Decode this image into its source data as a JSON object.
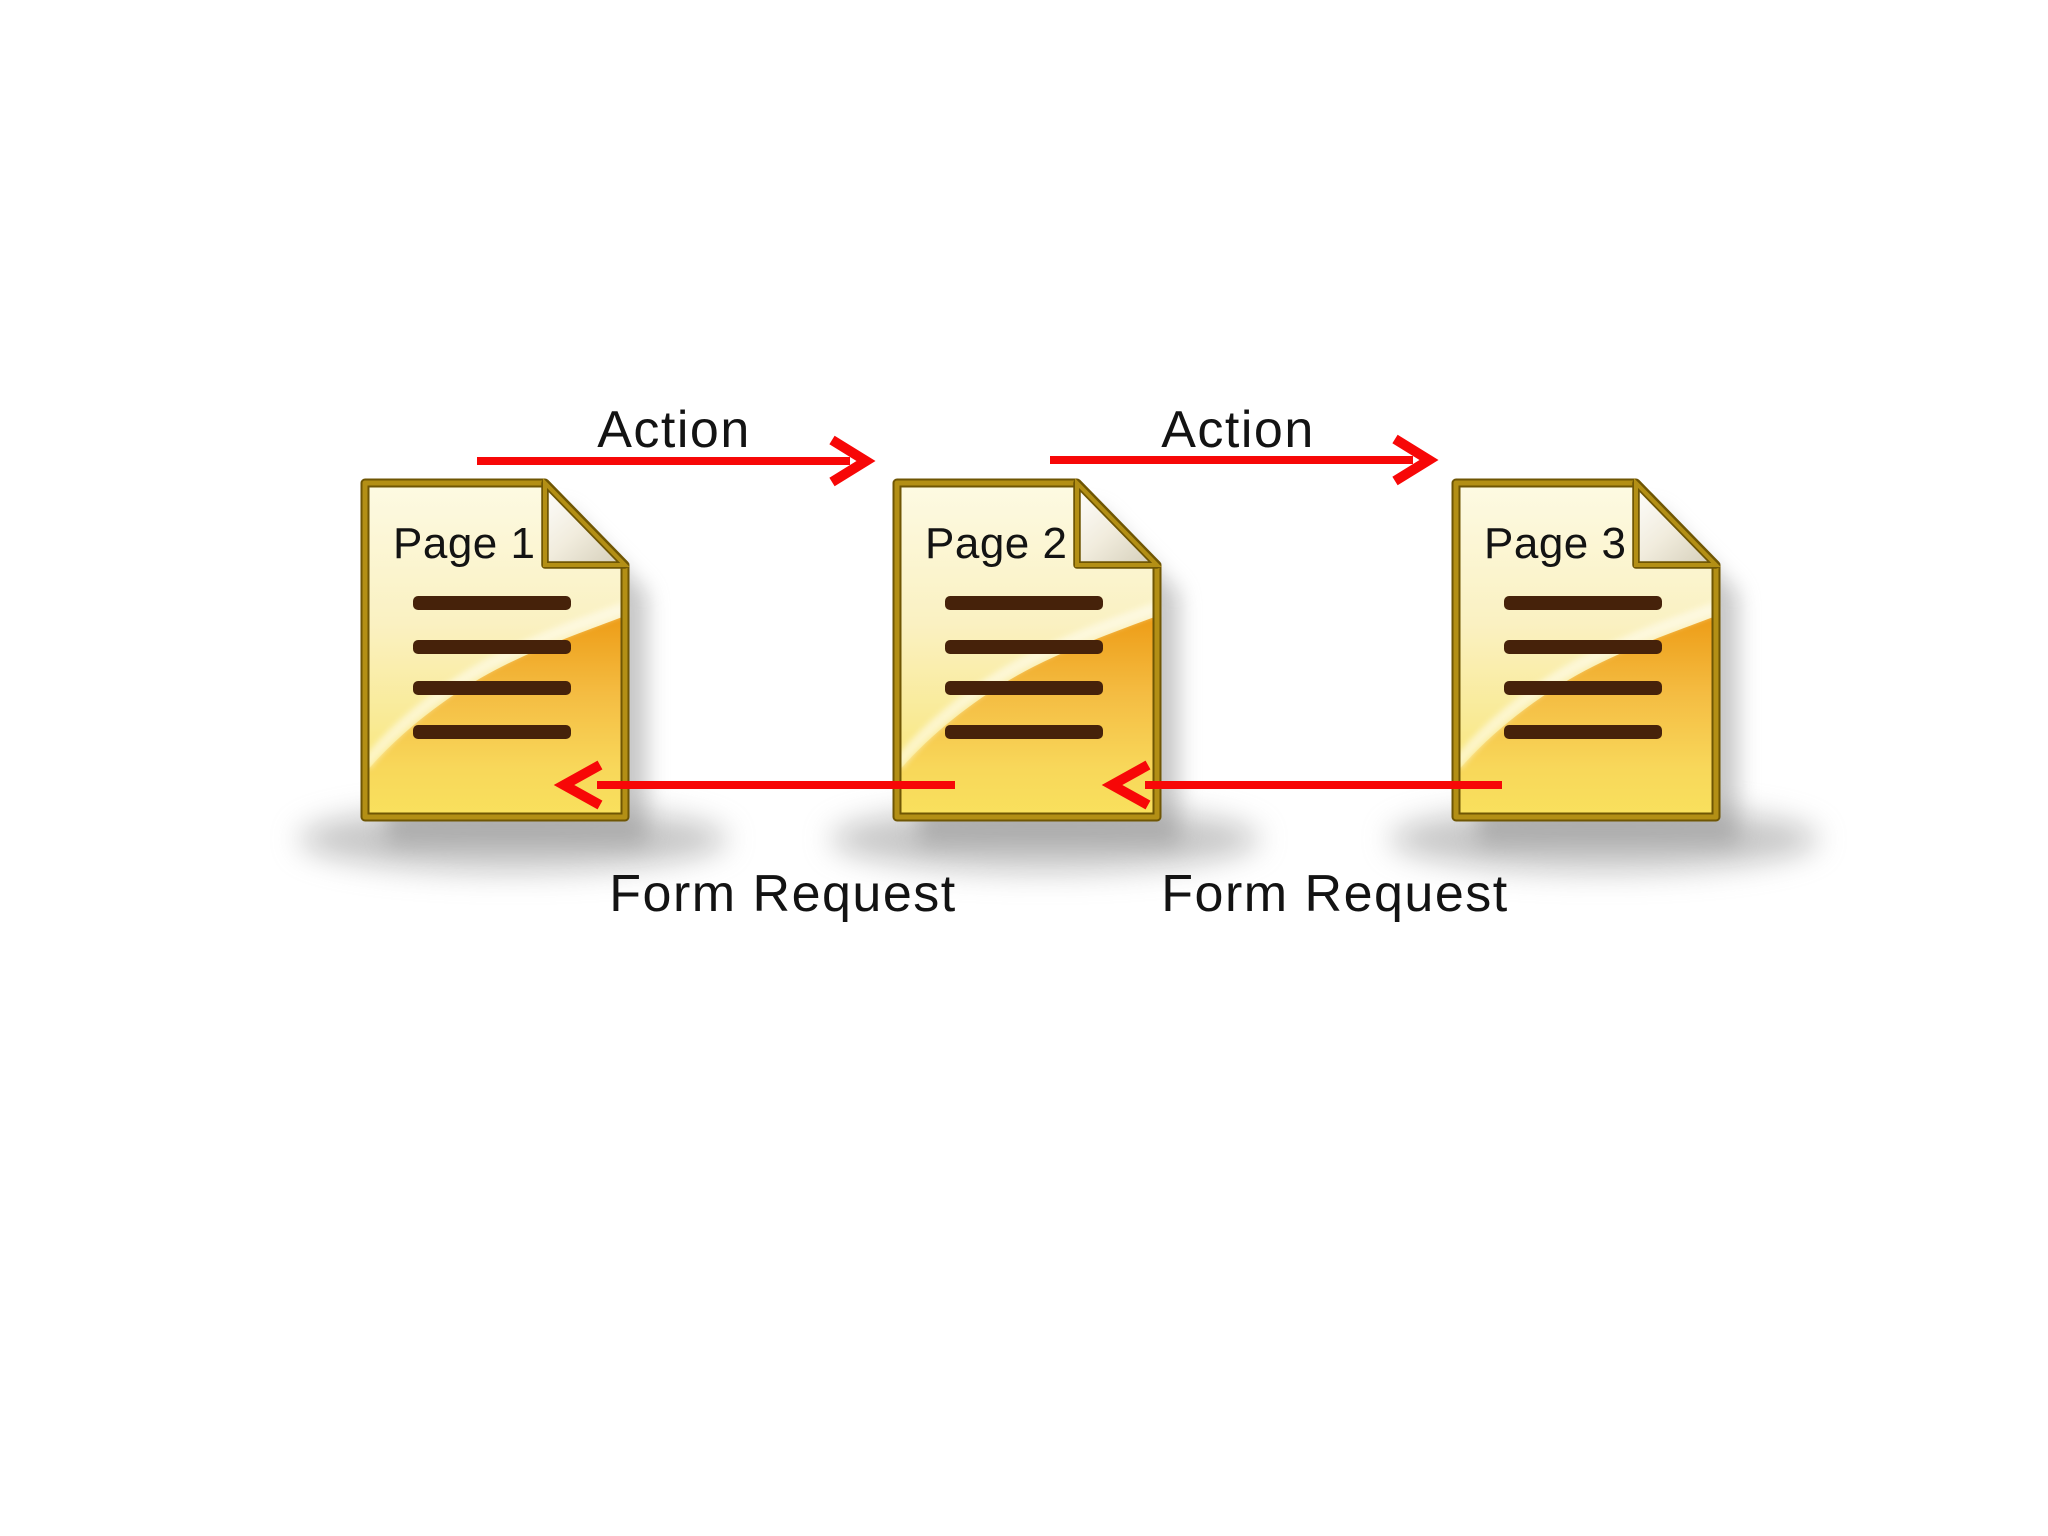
{
  "diagram": {
    "background_color": "#ffffff",
    "pages": [
      {
        "label": "Page 1"
      },
      {
        "label": "Page 2"
      },
      {
        "label": "Page 3"
      }
    ],
    "flows": {
      "top": [
        {
          "label": "Action",
          "direction": "right",
          "from": "Page 1",
          "to": "Page 2"
        },
        {
          "label": "Action",
          "direction": "right",
          "from": "Page 2",
          "to": "Page 3"
        }
      ],
      "bottom": [
        {
          "label": "Form Request",
          "direction": "left",
          "from": "Page 2",
          "to": "Page 1"
        },
        {
          "label": "Form Request",
          "direction": "left",
          "from": "Page 3",
          "to": "Page 2"
        }
      ]
    },
    "colors": {
      "arrow_red": "#f70707",
      "doc_border_gold": "#b38f15",
      "doc_border_dark": "#6f5604",
      "doc_fill_cream": "#fdfae3",
      "doc_fill_yellow": "#f9e35c",
      "doc_swoosh_orange": "#ed9a13",
      "doc_text_lines_brown": "#46220a",
      "label_text": "#131313",
      "shadow_gray": "#909090"
    }
  }
}
